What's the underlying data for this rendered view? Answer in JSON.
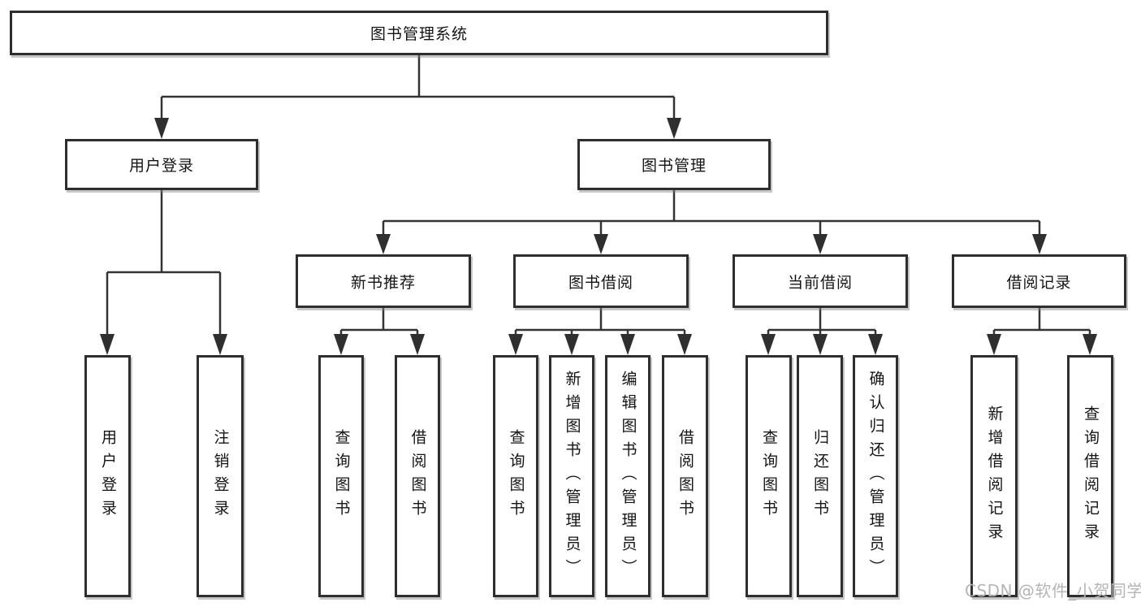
{
  "diagram": {
    "title": "图书管理系统",
    "root": {
      "label": "图书管理系统"
    },
    "level2": {
      "user_login": {
        "label": "用户登录"
      },
      "book_mgmt": {
        "label": "图书管理"
      }
    },
    "level3": {
      "new_book_rec": {
        "label": "新书推荐"
      },
      "book_borrow": {
        "label": "图书借阅"
      },
      "current_borrow": {
        "label": "当前借阅"
      },
      "borrow_records": {
        "label": "借阅记录"
      }
    },
    "leaves": {
      "user_login": "用户登录",
      "logout": "注销登录",
      "query_book_rec": "查询图书",
      "borrow_book_rec": "借阅图书",
      "query_book_borrow": "查询图书",
      "add_book": "新增图书（管理员）",
      "edit_book": "编辑图书（管理员）",
      "borrow_book": "借阅图书",
      "query_book_current": "查询图书",
      "return_book": "归还图书",
      "confirm_return": "确认归还（管理员）",
      "add_borrow_record": "新增借阅记录",
      "query_borrow_record": "查询借阅记录"
    },
    "colors": {
      "line": "#333333",
      "box_border": "#2e2e2e",
      "text": "#141414",
      "background": "#ffffff",
      "watermark": "#b5b5b5"
    }
  },
  "watermark": {
    "text": "CSDN @软件_小贺同学"
  }
}
